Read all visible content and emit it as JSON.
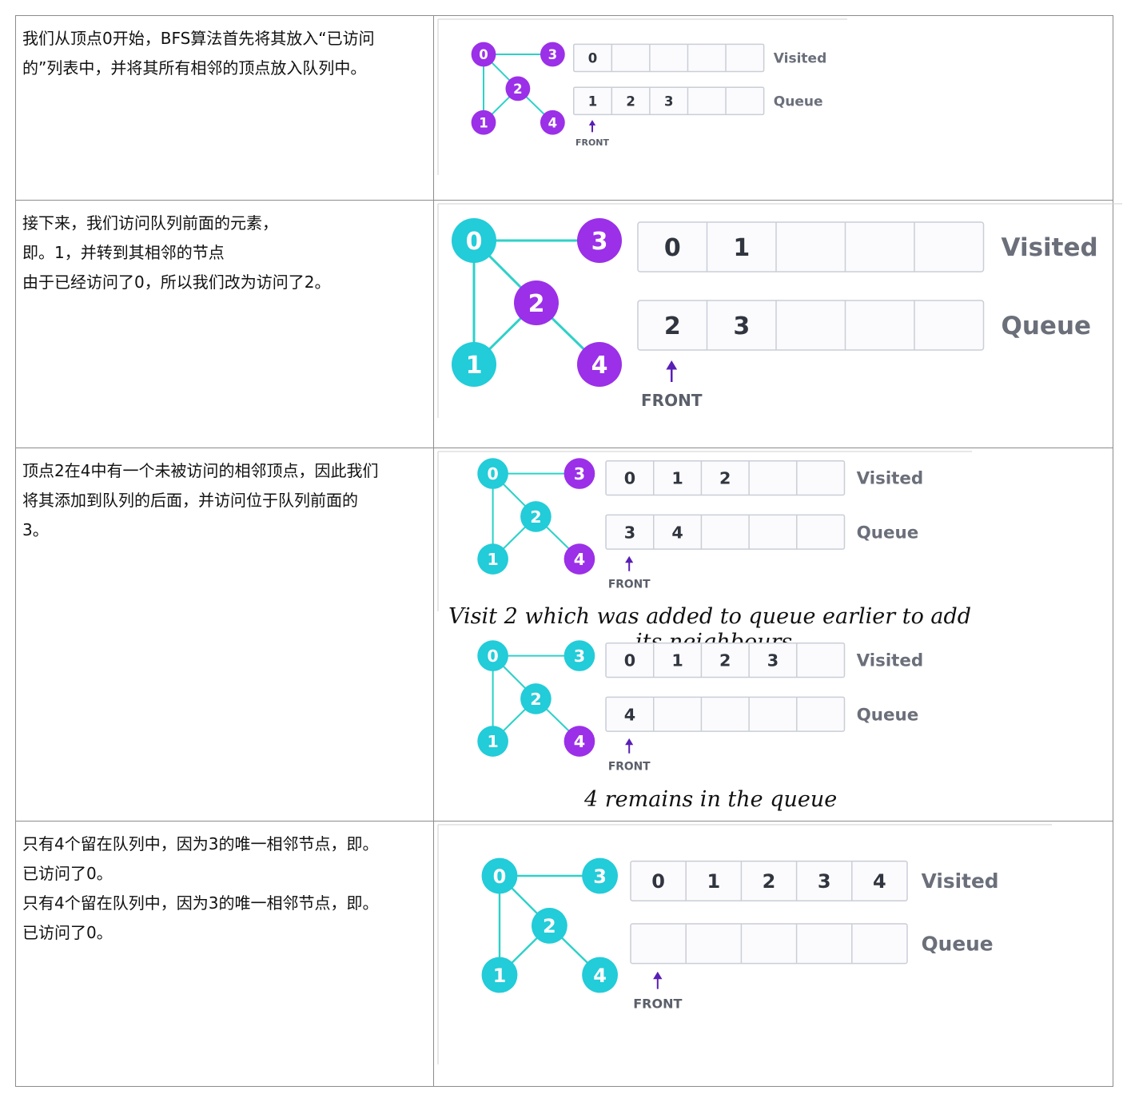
{
  "rows": [
    {
      "lines": [
        "我们从顶点0开始，BFS算法首先将其放入“已访问",
        "的”列表中，并将其所有相邻的顶点放入队列中。"
      ],
      "diagrams": [
        {
          "visited": [
            "0",
            "",
            "",
            "",
            ""
          ],
          "queue": [
            "1",
            "2",
            "3",
            "",
            ""
          ],
          "visited_label": "Visited",
          "queue_label": "Queue",
          "front_label": "FRONT",
          "colors": {
            "0": "#9b30e8",
            "1": "#9b30e8",
            "2": "#9b30e8",
            "3": "#9b30e8",
            "4": "#9b30e8"
          }
        }
      ]
    },
    {
      "lines": [
        "接下来，我们访问队列前面的元素，",
        "即。1，并转到其相邻的节点",
        "由于已经访问了0，所以我们改为访问了2。"
      ],
      "diagrams": [
        {
          "visited": [
            "0",
            "1",
            "",
            "",
            ""
          ],
          "queue": [
            "2",
            "3",
            "",
            "",
            ""
          ],
          "visited_label": "Visited",
          "queue_label": "Queue",
          "front_label": "FRONT",
          "colors": {
            "0": "#22ccd8",
            "1": "#22ccd8",
            "2": "#9b30e8",
            "3": "#9b30e8",
            "4": "#9b30e8"
          }
        }
      ]
    },
    {
      "lines": [
        "顶点2在4中有一个未被访问的相邻顶点，因此我们",
        "将其添加到队列的后面，并访问位于队列前面的",
        "3。"
      ],
      "diagrams": [
        {
          "visited": [
            "0",
            "1",
            "2",
            "",
            ""
          ],
          "queue": [
            "3",
            "4",
            "",
            "",
            ""
          ],
          "visited_label": "Visited",
          "queue_label": "Queue",
          "front_label": "FRONT",
          "colors": {
            "0": "#22ccd8",
            "1": "#22ccd8",
            "2": "#22ccd8",
            "3": "#9b30e8",
            "4": "#9b30e8"
          }
        },
        {
          "visited": [
            "0",
            "1",
            "2",
            "3",
            ""
          ],
          "queue": [
            "4",
            "",
            "",
            "",
            ""
          ],
          "visited_label": "Visited",
          "queue_label": "Queue",
          "front_label": "FRONT",
          "colors": {
            "0": "#22ccd8",
            "1": "#22ccd8",
            "2": "#22ccd8",
            "3": "#22ccd8",
            "4": "#9b30e8"
          }
        }
      ],
      "caption1_a": "Visit 2 which was added to queue earlier to add",
      "caption1_b": "its neighbours",
      "caption2": "4 remains in the queue"
    },
    {
      "lines": [
        "只有4个留在队列中，因为3的唯一相邻节点，即。",
        "已访问了0。",
        "只有4个留在队列中，因为3的唯一相邻节点，即。",
        "已访问了0。"
      ],
      "diagrams": [
        {
          "visited": [
            "0",
            "1",
            "2",
            "3",
            "4"
          ],
          "queue": [
            "",
            "",
            "",
            "",
            ""
          ],
          "visited_label": "Visited",
          "queue_label": "Queue",
          "front_label": "FRONT",
          "colors": {
            "0": "#22ccd8",
            "1": "#22ccd8",
            "2": "#22ccd8",
            "3": "#22ccd8",
            "4": "#22ccd8"
          }
        }
      ]
    }
  ]
}
